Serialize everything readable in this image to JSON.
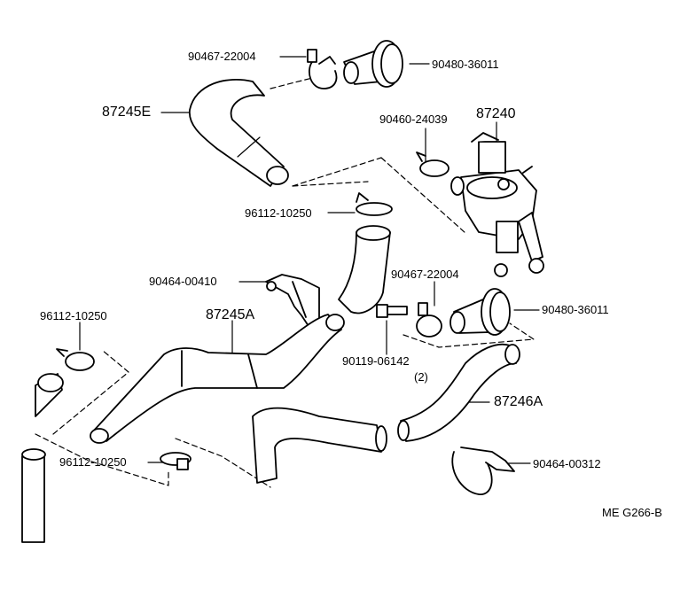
{
  "diagram": {
    "line_color": "#000000",
    "background": "#ffffff",
    "labels": {
      "p90467_top": "90467-22004",
      "p90480_top": "90480-36011",
      "p87245E": "87245E",
      "p90460": "90460-24039",
      "p87240": "87240",
      "p96112_mid": "96112-10250",
      "p90464_410": "90464-00410",
      "p90467_mid": "90467-22004",
      "p90480_mid": "90480-36011",
      "p96112_left": "96112-10250",
      "p87245A": "87245A",
      "p90119": "90119-06142",
      "qty": "(2)",
      "p87246A": "87246A",
      "p96112_bottom": "96112-10250",
      "p90464_312": "90464-00312",
      "ref_code": "ME G266-B"
    }
  }
}
